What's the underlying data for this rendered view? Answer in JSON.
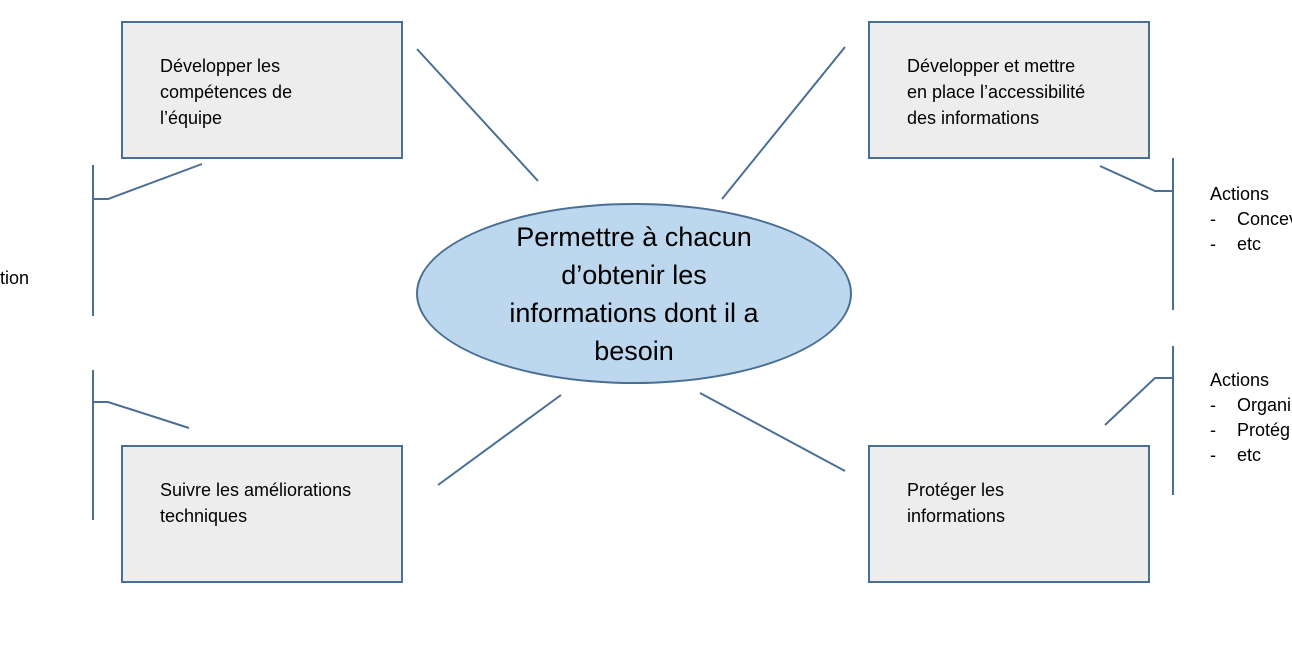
{
  "center": {
    "text": "Permettre à chacun d’obtenir les informations dont il a besoin"
  },
  "boxes": {
    "top_left": "Développer les\ncompétences de\nl’équipe",
    "top_right": "Développer et mettre\nen place l’accessibilité\ndes informations",
    "bottom_left": "Suivre les améliorations\ntechniques",
    "bottom_right": "Protéger les\ninformations"
  },
  "actions_right_top": {
    "heading": "Actions",
    "items": [
      {
        "dash": "-",
        "text": "Concev"
      },
      {
        "dash": "-",
        "text": "etc"
      }
    ]
  },
  "actions_right_bottom": {
    "heading": "Actions",
    "items": [
      {
        "dash": "-",
        "text": "Organi"
      },
      {
        "dash": "-",
        "text": "Protég"
      },
      {
        "dash": "-",
        "text": "etc"
      }
    ]
  },
  "left_cut_text": "tion",
  "colors": {
    "line": "#4a6f94",
    "box_fill": "#ededed",
    "ellipse_fill": "#bdd7ee"
  }
}
